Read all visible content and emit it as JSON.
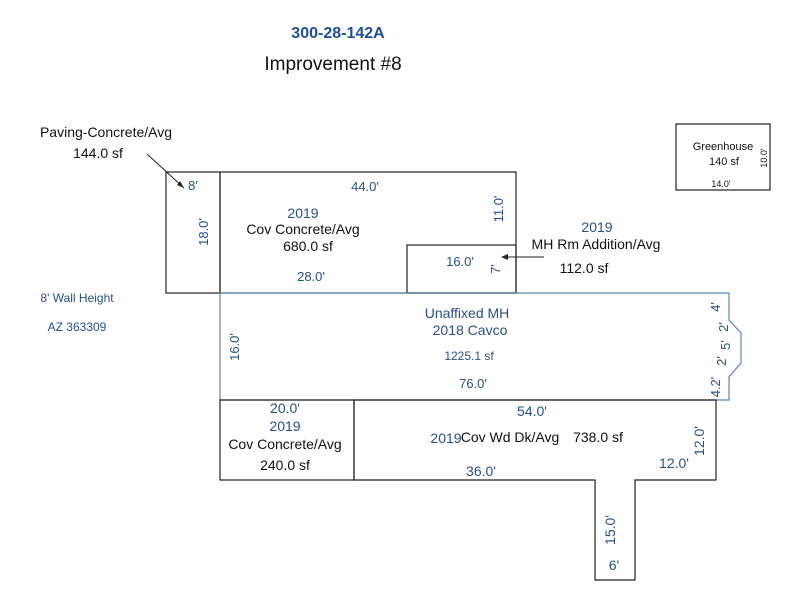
{
  "header": {
    "parcel_id": "300-28-142A",
    "improvement_title": "Improvement #8"
  },
  "notes": {
    "wall_height": "8' Wall Height",
    "license": "AZ 363309"
  },
  "colors": {
    "title_blue": "#1f4e9a",
    "dimension_blue": "#2a4f86",
    "mh_outline": "#5b86b8",
    "outline": "#222222"
  },
  "areas": {
    "paving": {
      "label": "Paving-Concrete/Avg",
      "area": "144.0 sf",
      "dim_width": "8'",
      "dim_length": "18.0'"
    },
    "cov_concrete_top": {
      "year": "2019",
      "label": "Cov Concrete/Avg",
      "area": "680.0 sf",
      "dim_top": "44.0'",
      "dim_bottom": "28.0'",
      "dim_right": "11.0'"
    },
    "mh_addition": {
      "year": "2019",
      "label": "MH Rm Addition/Avg",
      "area": "112.0 sf",
      "dim_width": "16.0'",
      "dim_height": "7'"
    },
    "mh": {
      "label": "Unaffixed MH",
      "subtitle": "2018 Cavco",
      "area": "1225.1 sf",
      "dim_left": "16.0'",
      "dim_bottom": "76.0'",
      "dim_r1": "4'",
      "dim_r2": "2'",
      "dim_r3": "5'",
      "dim_r4": "2'",
      "dim_r5": "4.2'"
    },
    "cov_concrete_bottom": {
      "dim_top": "20.0'",
      "year": "2019",
      "label": "Cov Concrete/Avg",
      "area": "240.0 sf"
    },
    "cov_wd_dk": {
      "year": "2019",
      "label": "Cov Wd Dk/Avg",
      "area": "738.0 sf",
      "dim_top": "54.0'",
      "dim_bottom": "36.0'",
      "dim_right": "12.0'",
      "dim_inner": "12.0'",
      "dim_stem_length": "15.0'",
      "dim_stem_width": "6'"
    },
    "greenhouse": {
      "label": "Greenhouse",
      "area": "140 sf",
      "dim_width": "14.0'",
      "dim_height": "10.0'"
    }
  }
}
